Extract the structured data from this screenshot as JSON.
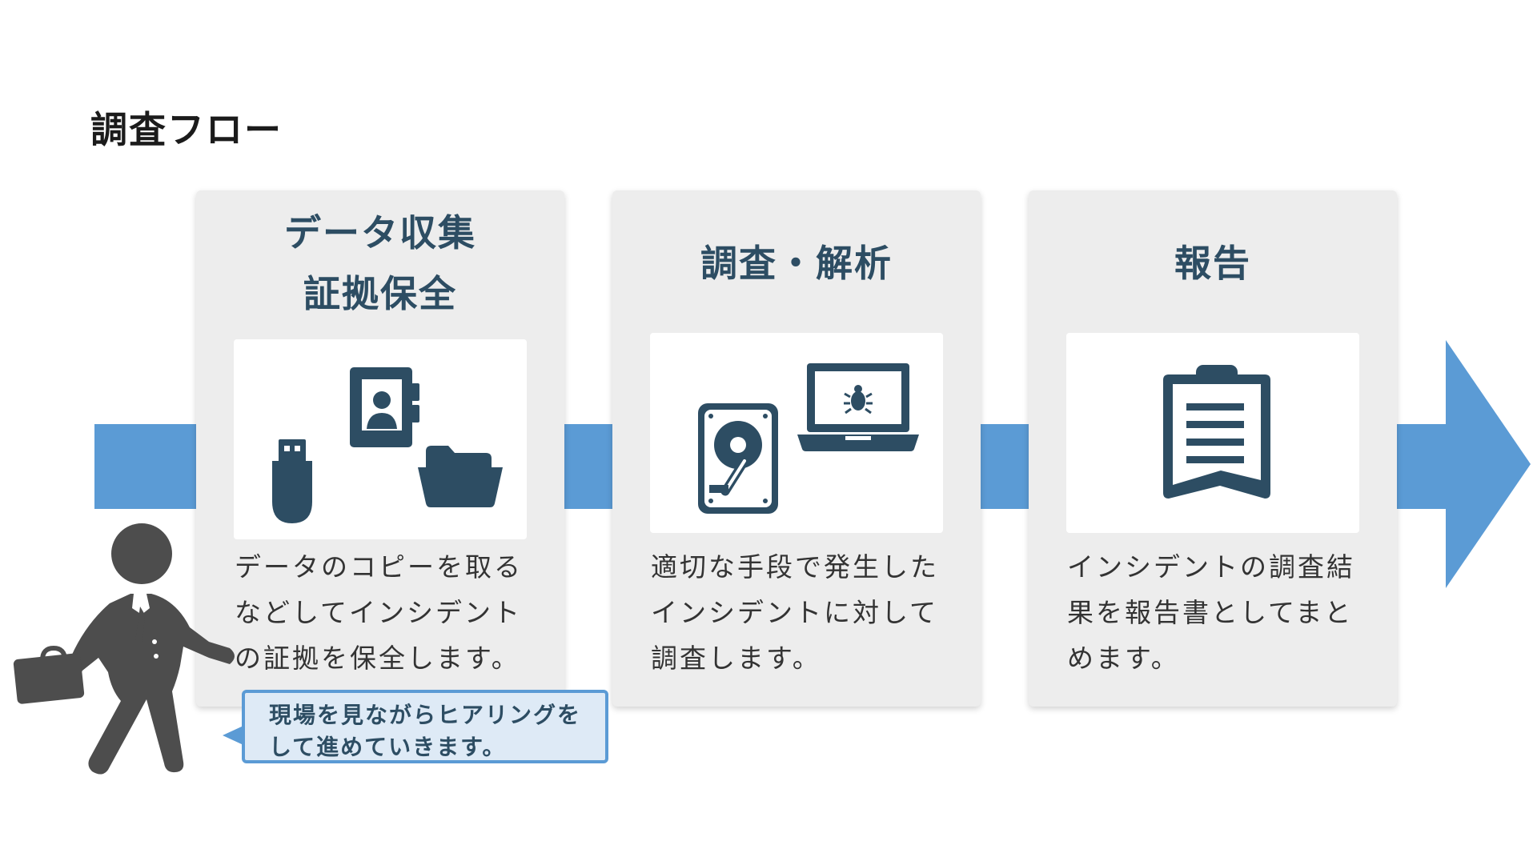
{
  "page": {
    "title": "調査フロー"
  },
  "colors": {
    "flow": "#5b9bd5",
    "card_bg": "#ededed",
    "card_title": "#2d4d63",
    "icon": "#2d4d63",
    "person": "#4d4d4d",
    "bubble_bg": "#deeaf6",
    "bubble_border": "#5b9bd5"
  },
  "steps": [
    {
      "title": "データ収集\n証拠保全",
      "icons": [
        "usb-drive-icon",
        "contact-card-icon",
        "folder-icon"
      ],
      "description": "データのコピーを取る\nなどしてインシデント\nの証拠を保全します。"
    },
    {
      "title": "調査・解析",
      "icons": [
        "hard-disk-icon",
        "laptop-bug-icon"
      ],
      "description": "適切な手段で発生した\nインシデントに対して\n調査します。"
    },
    {
      "title": "報告",
      "icons": [
        "clipboard-report-icon"
      ],
      "description": "インシデントの調査結\n果を報告書としてまと\nめます。"
    }
  ],
  "person": {
    "icon": "businessman-walking-icon"
  },
  "speech_bubble": {
    "text": "現場を見ながらヒアリングを\nして進めていきます。"
  }
}
